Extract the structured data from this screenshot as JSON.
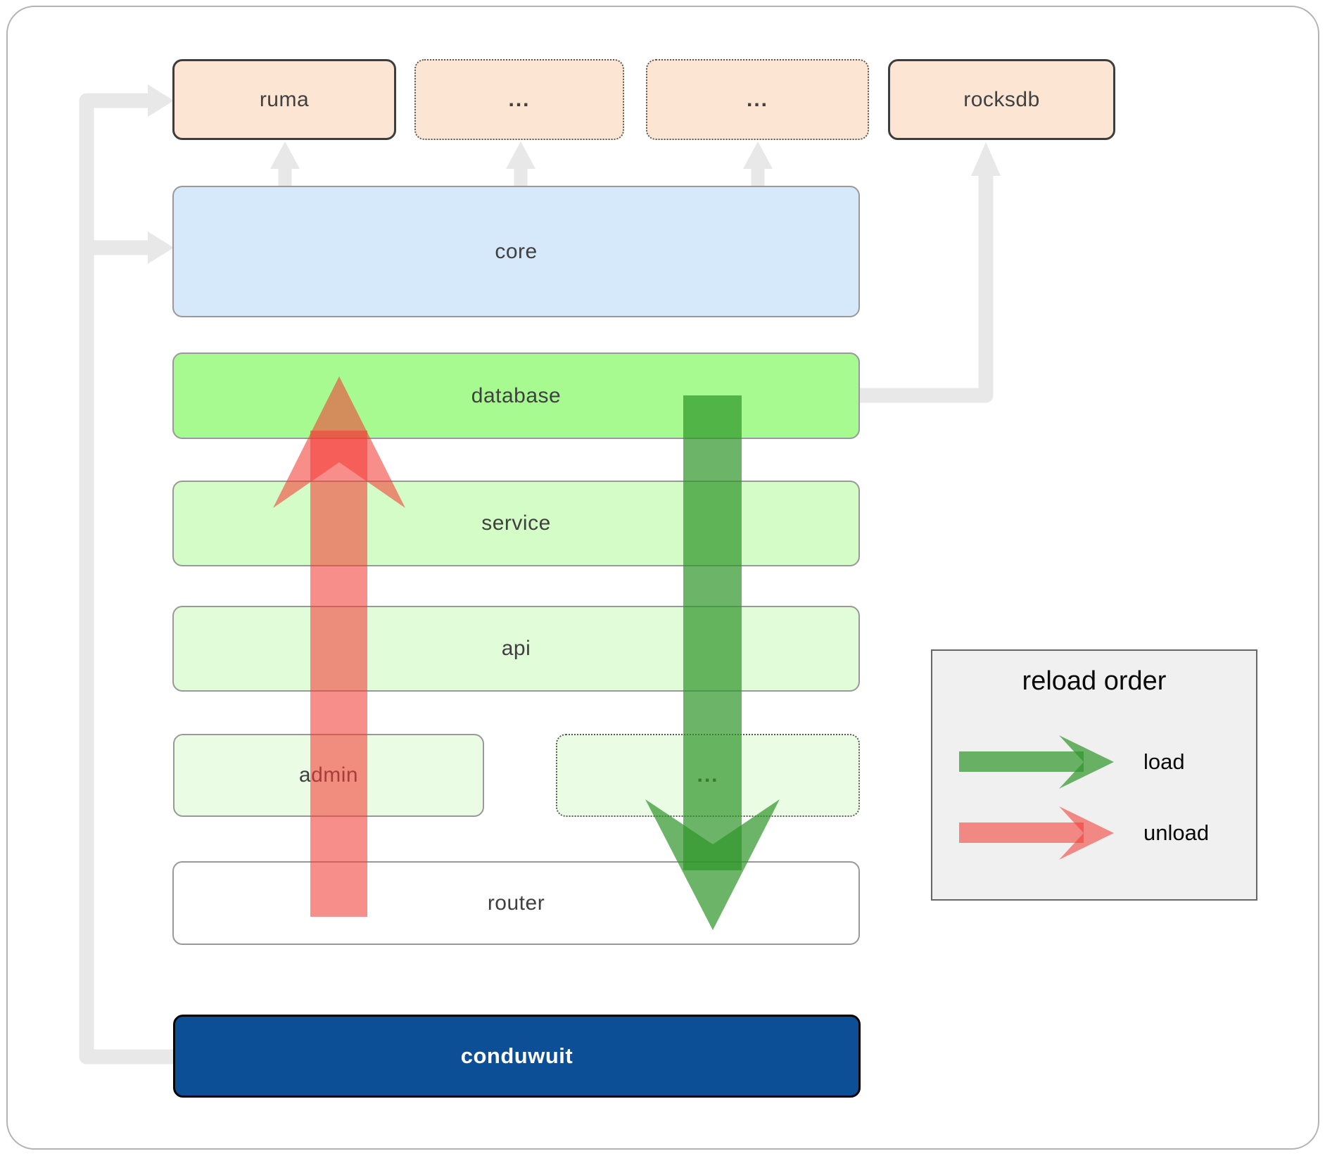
{
  "boxes": {
    "ruma": "ruma",
    "ellipsis_top_1": "...",
    "ellipsis_top_2": "...",
    "rocksdb": "rocksdb",
    "core": "core",
    "database": "database",
    "service": "service",
    "api": "api",
    "admin": "admin",
    "ellipsis_admin": "...",
    "router": "router",
    "conduwuit": "conduwuit"
  },
  "legend": {
    "title": "reload order",
    "load_label": "load",
    "unload_label": "unload"
  },
  "colors": {
    "load_arrow": "#2d9628",
    "unload_arrow": "#f33c35",
    "connector": "#e8e8e8",
    "peach_fill": "#fce5d3",
    "core_fill": "#d6e9fb",
    "database_fill": "#a6fa90",
    "service_fill": "#d3fcc7",
    "api_fill": "#e0fcd8",
    "admin_fill": "#ebfce5",
    "router_fill": "#ffffff",
    "conduwuit_fill": "#0d4f97",
    "legend_fill": "#f0f0f0"
  }
}
